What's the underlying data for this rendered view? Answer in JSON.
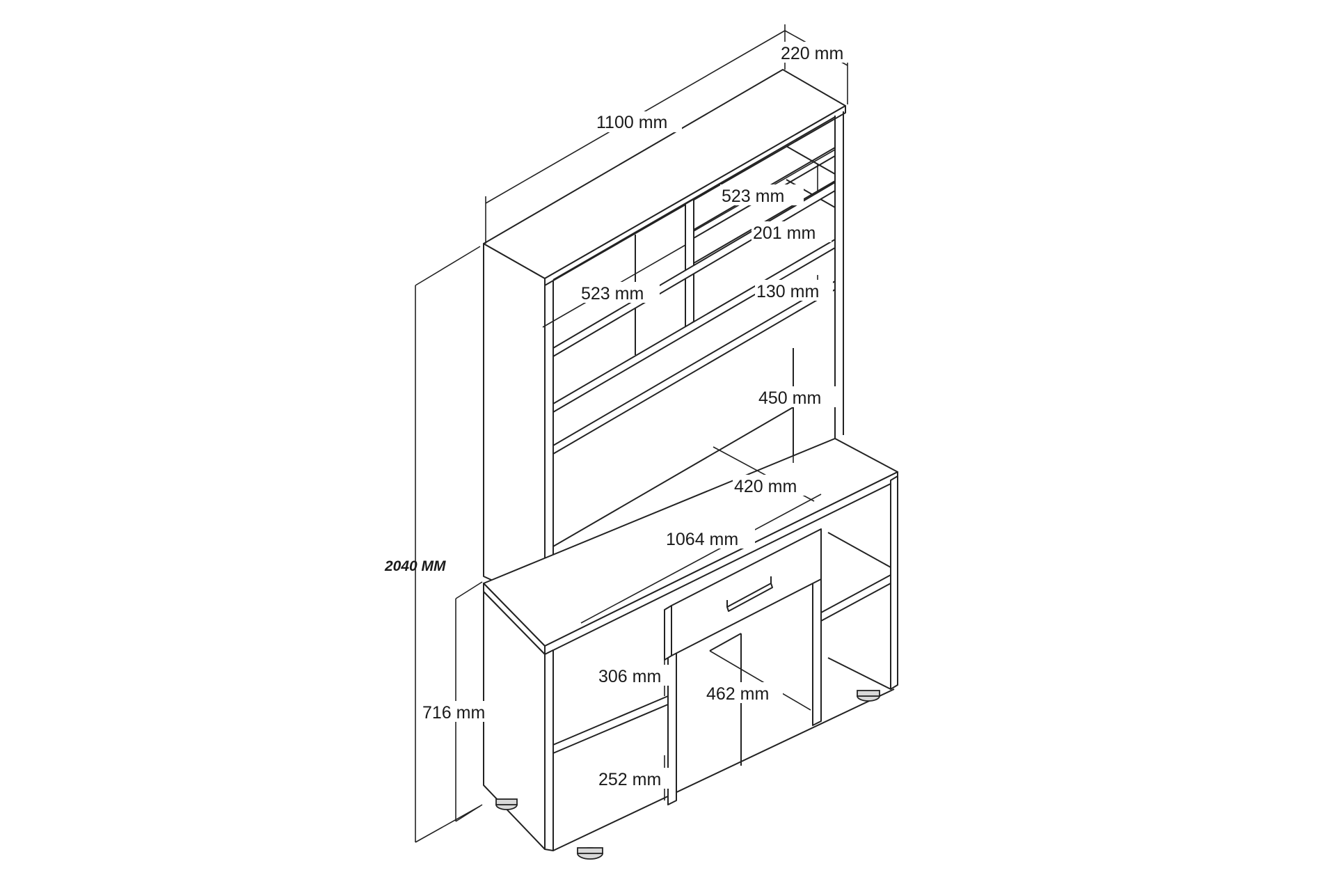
{
  "dimensions": {
    "top_depth": "220 mm",
    "top_width": "1100 mm",
    "upper_right_width": "523 mm",
    "upper_left_width": "523 mm",
    "upper_right_top_height": "201 mm",
    "upper_right_mid_height": "130 mm",
    "hutch_opening_height": "450 mm",
    "counter_depth": "420 mm",
    "counter_width": "1064 mm",
    "left_upper_compartment": "306 mm",
    "center_compartment": "462 mm",
    "left_lower_compartment": "252 mm",
    "base_height": "716 mm",
    "total_height": "2040 MM"
  },
  "colors": {
    "line": "#222222",
    "background": "#ffffff",
    "foot": "#d9d9d9"
  }
}
